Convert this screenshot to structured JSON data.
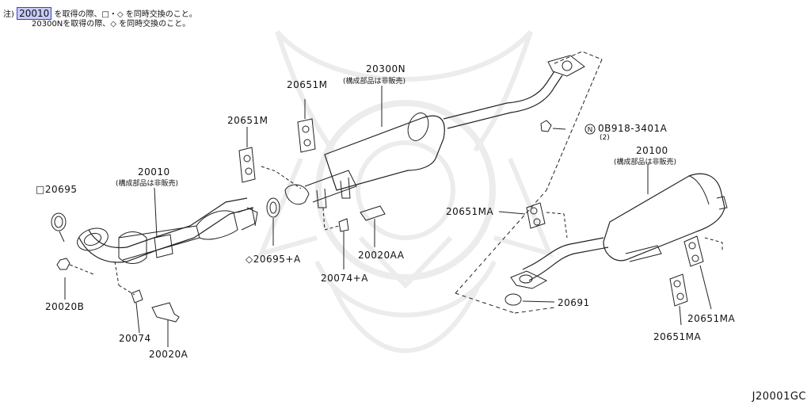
{
  "diagram": {
    "notes": {
      "line1_prefix": "注)",
      "line1_highlight": "20010",
      "line1_text": "を取得の際、□・◇ を同時交換のこと。",
      "line2_text": "20300Nを取得の際、◇ を同時交換のこと。"
    },
    "labels": {
      "p20300N": "20300N",
      "p20300N_sub": "(構成部品は非販売)",
      "p20651M_a": "20651M",
      "p20651M_b": "20651M",
      "p20010": "20010",
      "p20010_sub": "(構成部品は非販売)",
      "p20695": "□20695",
      "p20695A": "◇20695+A",
      "p20074A": "20074+A",
      "p20020AA": "20020AA",
      "p20020B": "20020B",
      "p20074": "20074",
      "p20020A": "20020A",
      "p0B918": "0B918-3401A",
      "p0B918_n": "N",
      "p0B918_qty": "(2)",
      "p20100": "20100",
      "p20100_sub": "(構成部品は非販売)",
      "p20651MA_a": "20651MA",
      "p20651MA_b": "20651MA",
      "p20651MA_c": "20651MA",
      "p20691": "20691"
    },
    "diagram_code": "J20001GC",
    "colors": {
      "line": "#222222",
      "watermark": "#ececec",
      "highlight_bg": "#c9ccf6",
      "highlight_border": "#3a3fd0"
    }
  }
}
